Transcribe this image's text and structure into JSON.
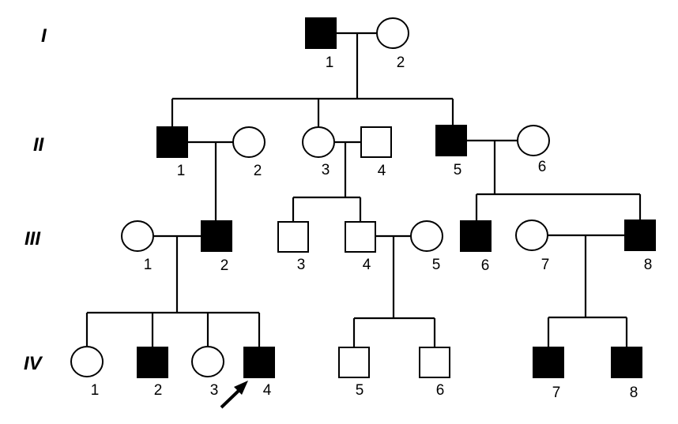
{
  "generations": [
    {
      "label": "I",
      "individuals": [
        {
          "number": "1",
          "sex": "male",
          "affected": true
        },
        {
          "number": "2",
          "sex": "female",
          "affected": false
        }
      ]
    },
    {
      "label": "II",
      "individuals": [
        {
          "number": "1",
          "sex": "male",
          "affected": true
        },
        {
          "number": "2",
          "sex": "female",
          "affected": false
        },
        {
          "number": "3",
          "sex": "female",
          "affected": false
        },
        {
          "number": "4",
          "sex": "male",
          "affected": false
        },
        {
          "number": "5",
          "sex": "male",
          "affected": true
        },
        {
          "number": "6",
          "sex": "female",
          "affected": false
        }
      ]
    },
    {
      "label": "III",
      "individuals": [
        {
          "number": "1",
          "sex": "female",
          "affected": false
        },
        {
          "number": "2",
          "sex": "male",
          "affected": true
        },
        {
          "number": "3",
          "sex": "male",
          "affected": false
        },
        {
          "number": "4",
          "sex": "male",
          "affected": false
        },
        {
          "number": "5",
          "sex": "female",
          "affected": false
        },
        {
          "number": "6",
          "sex": "male",
          "affected": true
        },
        {
          "number": "7",
          "sex": "female",
          "affected": false
        },
        {
          "number": "8",
          "sex": "male",
          "affected": true
        }
      ]
    },
    {
      "label": "IV",
      "individuals": [
        {
          "number": "1",
          "sex": "female",
          "affected": false
        },
        {
          "number": "2",
          "sex": "male",
          "affected": true
        },
        {
          "number": "3",
          "sex": "female",
          "affected": false
        },
        {
          "number": "4",
          "sex": "male",
          "affected": true,
          "proband": true
        },
        {
          "number": "5",
          "sex": "male",
          "affected": false
        },
        {
          "number": "6",
          "sex": "male",
          "affected": false
        },
        {
          "number": "7",
          "sex": "male",
          "affected": true
        },
        {
          "number": "8",
          "sex": "male",
          "affected": true
        }
      ]
    }
  ],
  "colors": {
    "affected": "#000000",
    "unaffected": "#ffffff",
    "line": "#000000"
  }
}
